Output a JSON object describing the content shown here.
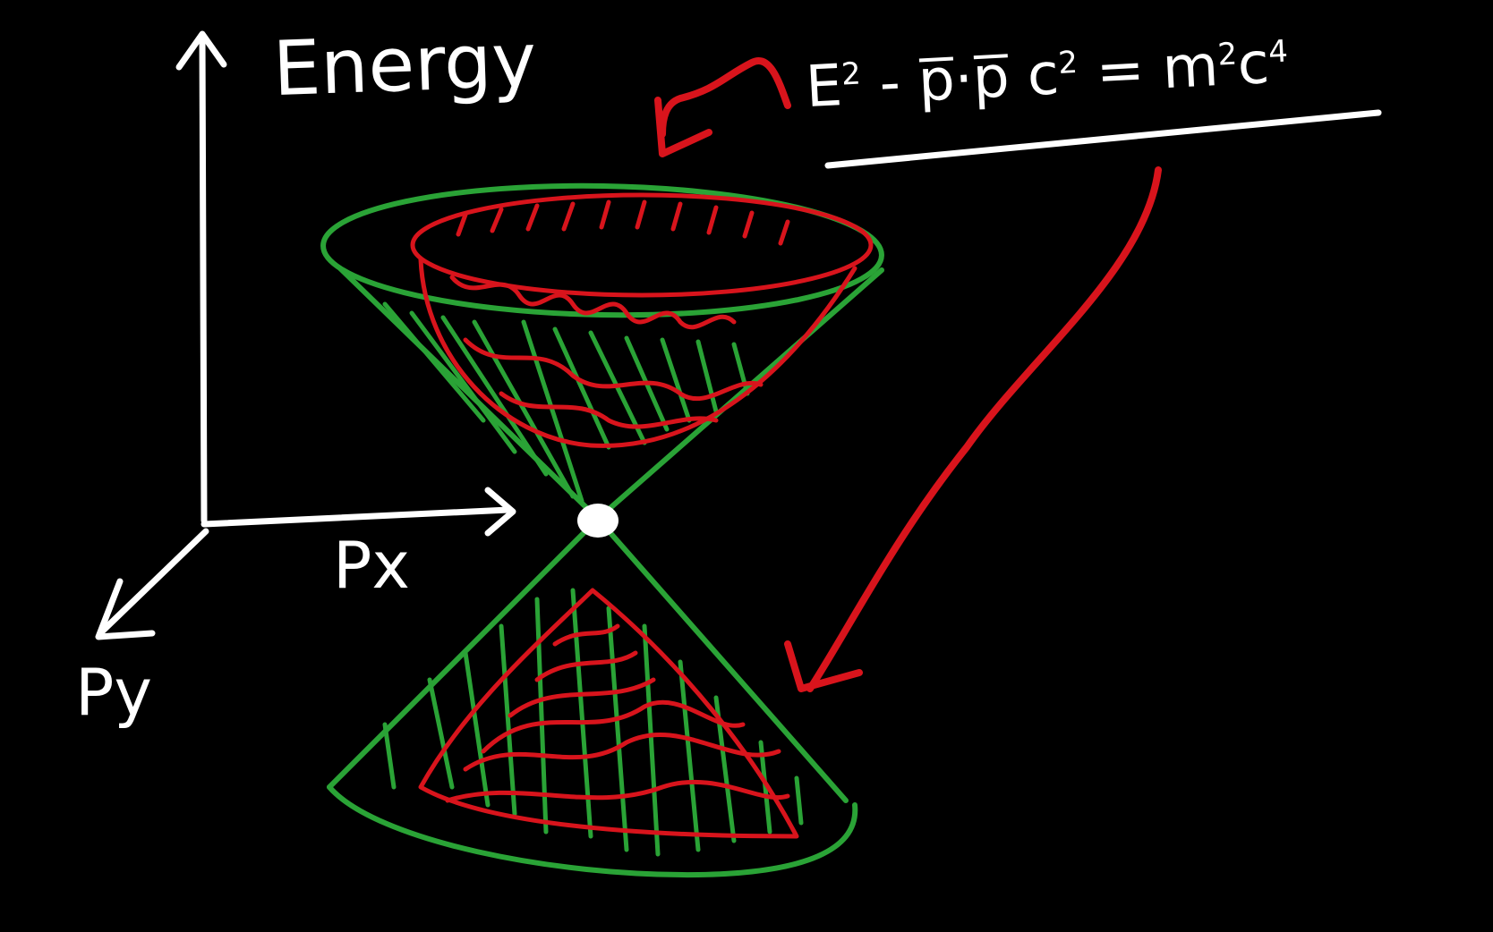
{
  "axes": {
    "vertical_label": "Energy",
    "x_label": "Px",
    "y_label": "Py"
  },
  "equation": {
    "E": "E",
    "E_exp": "2",
    "minus": "-",
    "p1": "p",
    "dot": "·",
    "p2": "p",
    "c": "c",
    "c_exp": "2",
    "equals": "=",
    "m": "m",
    "m_exp": "2",
    "c2": "c",
    "c2_exp": "4"
  },
  "colors": {
    "background": "#000000",
    "axes": "#ffffff",
    "cone": "#2aa336",
    "hyperboloid": "#d8141c",
    "arrows": "#d8141c",
    "origin_point": "#ffffff"
  }
}
